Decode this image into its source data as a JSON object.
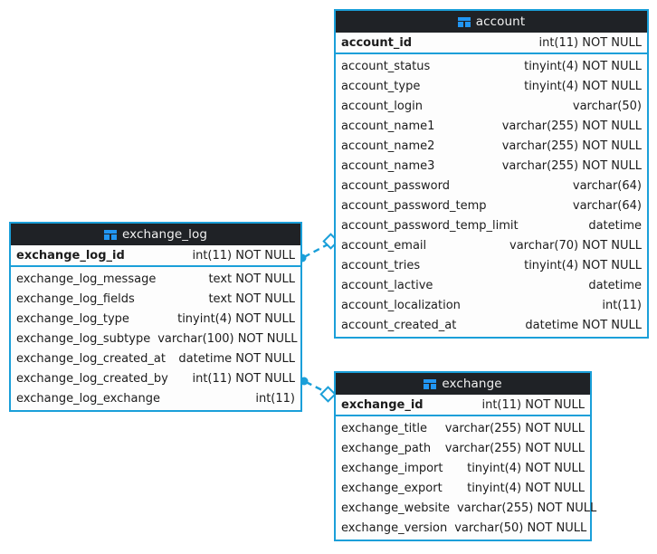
{
  "diagram": {
    "type": "entity-relationship-diagram",
    "background_color": "#ffffff",
    "table_border_color": "#1a9fd9",
    "table_header_bg": "#1f2226",
    "table_header_text_color": "#f2f2f2",
    "icon_color": "#2196f3",
    "link_color": "#1a9fd9",
    "icon_name": "table-icon"
  },
  "tables": [
    {
      "id": "account",
      "name": "account",
      "icon": "table-icon",
      "primary_key": {
        "name": "account_id",
        "type": "int(11) NOT NULL"
      },
      "columns": [
        {
          "name": "account_status",
          "type": "tinyint(4) NOT NULL"
        },
        {
          "name": "account_type",
          "type": "tinyint(4) NOT NULL"
        },
        {
          "name": "account_login",
          "type": "varchar(50)"
        },
        {
          "name": "account_name1",
          "type": "varchar(255) NOT NULL"
        },
        {
          "name": "account_name2",
          "type": "varchar(255) NOT NULL"
        },
        {
          "name": "account_name3",
          "type": "varchar(255) NOT NULL"
        },
        {
          "name": "account_password",
          "type": "varchar(64)"
        },
        {
          "name": "account_password_temp",
          "type": "varchar(64)"
        },
        {
          "name": "account_password_temp_limit",
          "type": "datetime"
        },
        {
          "name": "account_email",
          "type": "varchar(70) NOT NULL"
        },
        {
          "name": "account_tries",
          "type": "tinyint(4) NOT NULL"
        },
        {
          "name": "account_lactive",
          "type": "datetime"
        },
        {
          "name": "account_localization",
          "type": "int(11)"
        },
        {
          "name": "account_created_at",
          "type": "datetime NOT NULL"
        }
      ]
    },
    {
      "id": "exchange_log",
      "name": "exchange_log",
      "icon": "table-icon",
      "primary_key": {
        "name": "exchange_log_id",
        "type": "int(11) NOT NULL"
      },
      "columns": [
        {
          "name": "exchange_log_message",
          "type": "text NOT NULL"
        },
        {
          "name": "exchange_log_fields",
          "type": "text NOT NULL"
        },
        {
          "name": "exchange_log_type",
          "type": "tinyint(4) NOT NULL"
        },
        {
          "name": "exchange_log_subtype",
          "type": "varchar(100) NOT NULL"
        },
        {
          "name": "exchange_log_created_at",
          "type": "datetime NOT NULL"
        },
        {
          "name": "exchange_log_created_by",
          "type": "int(11) NOT NULL"
        },
        {
          "name": "exchange_log_exchange",
          "type": "int(11)"
        }
      ]
    },
    {
      "id": "exchange",
      "name": "exchange",
      "icon": "table-icon",
      "primary_key": {
        "name": "exchange_id",
        "type": "int(11) NOT NULL"
      },
      "columns": [
        {
          "name": "exchange_title",
          "type": "varchar(255) NOT NULL"
        },
        {
          "name": "exchange_path",
          "type": "varchar(255) NOT NULL"
        },
        {
          "name": "exchange_import",
          "type": "tinyint(4) NOT NULL"
        },
        {
          "name": "exchange_export",
          "type": "tinyint(4) NOT NULL"
        },
        {
          "name": "exchange_website",
          "type": "varchar(255) NOT NULL"
        },
        {
          "name": "exchange_version",
          "type": "varchar(50) NOT NULL"
        }
      ]
    }
  ],
  "relationships": [
    {
      "id": "rel-exchange-log-account",
      "from_table": "exchange_log",
      "from_marker": "dot",
      "to_table": "account",
      "to_marker": "diamond",
      "style": "dashed"
    },
    {
      "id": "rel-exchange-log-exchange",
      "from_table": "exchange_log",
      "from_marker": "dot",
      "to_table": "exchange",
      "to_marker": "diamond",
      "style": "dashed"
    }
  ]
}
